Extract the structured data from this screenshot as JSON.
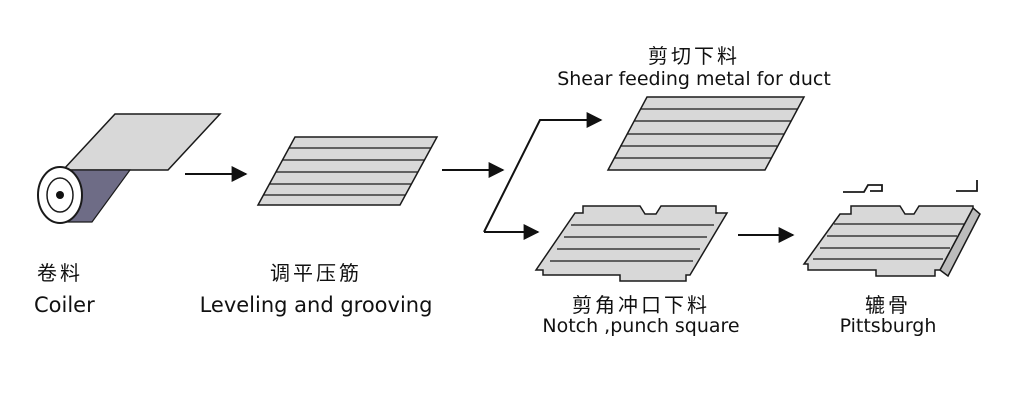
{
  "colors": {
    "sheet_fill": "#d8d8d8",
    "sheet_stroke": "#1a1a1a",
    "roll_shadow": "#6e6c86",
    "arrow": "#111111",
    "background": "#ffffff"
  },
  "steps": [
    {
      "zh": "卷料",
      "en": "Coiler"
    },
    {
      "zh": "调平压筋",
      "en": "Leveling and grooving"
    },
    {
      "zh": "剪切下料",
      "en": "Shear feeding metal for duct"
    },
    {
      "zh": "剪角冲口下料",
      "en": "Notch ,punch square"
    },
    {
      "zh": "辘骨",
      "en": "Pittsburgh"
    }
  ]
}
